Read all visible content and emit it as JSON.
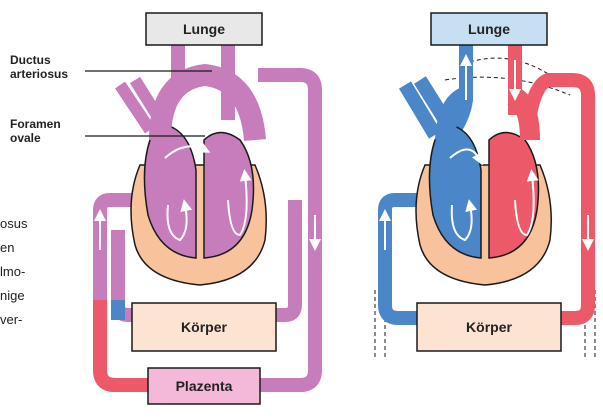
{
  "labels": {
    "ductus": [
      "Ductus",
      "arteriosus"
    ],
    "foramen": [
      "Foramen",
      "ovale"
    ]
  },
  "cut_text": [
    "osus",
    "en",
    "lmo-",
    "nige",
    "ver-"
  ],
  "fetal": {
    "lunge": "Lunge",
    "koerper": "Körper",
    "plazenta": "Plazenta"
  },
  "postnatal": {
    "lunge": "Lunge",
    "koerper": "Körper"
  },
  "colors": {
    "mixed_blood": "#c77cbc",
    "oxygenated": "#ec5a6a",
    "deoxygenated": "#4a86c8",
    "muscle": "#f8c39c",
    "lunge_fetal": "#e8e8e8",
    "lunge_postnatal": "#c6dff2",
    "koerper": "#fce3d2",
    "plazenta": "#f4b8d8"
  }
}
